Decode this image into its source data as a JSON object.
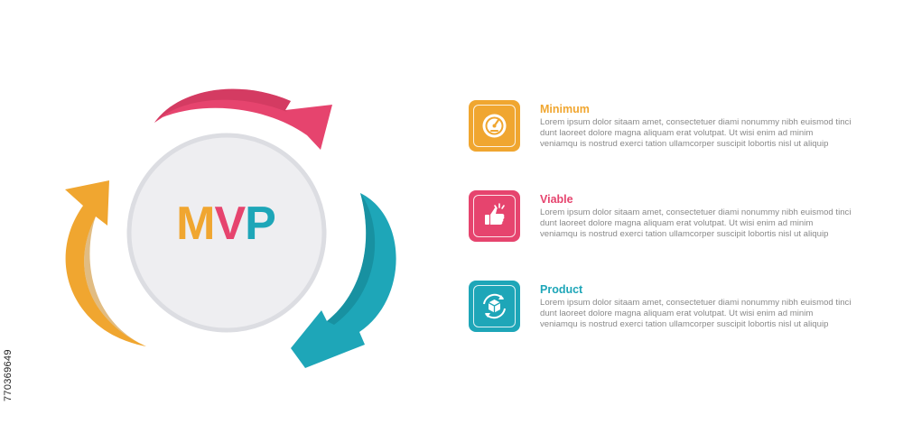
{
  "center": {
    "letters": [
      {
        "char": "M",
        "color": "#f0a630"
      },
      {
        "char": "V",
        "color": "#e6446e"
      },
      {
        "char": "P",
        "color": "#1ea6b8"
      }
    ]
  },
  "colors": {
    "orange": "#f0a630",
    "pink": "#e6446e",
    "teal": "#1ea6b8",
    "circle_fill": "#eeeef1",
    "circle_border": "#dcdde2"
  },
  "items": [
    {
      "title": "Minimum",
      "color": "#f0a630",
      "icon": "speedometer-icon",
      "description": "Lorem ipsum dolor sitaam amet, consectetuer diami nonummy  nibh euismod tinci dunt laoreet dolore magna aliquam erat volutpat. Ut wisi enim ad minim veniamqu is nostrud exerci tation ullamcorper suscipit lobortis nisl ut aliquip"
    },
    {
      "title": "Viable",
      "color": "#e6446e",
      "icon": "thumbs-up-icon",
      "description": "Lorem ipsum dolor sitaam amet, consectetuer diami nonummy  nibh euismod tinci dunt laoreet dolore magna aliquam erat volutpat. Ut wisi enim ad minim veniamqu is nostrud exerci tation ullamcorper suscipit lobortis nisl ut aliquip"
    },
    {
      "title": "Product",
      "color": "#1ea6b8",
      "icon": "box-cycle-icon",
      "description": "Lorem ipsum dolor sitaam amet, consectetuer diami nonummy  nibh euismod tinci dunt laoreet dolore magna aliquam erat volutpat. Ut wisi enim ad minim veniamqu is nostrud exerci tation ullamcorper suscipit lobortis nisl ut aliquip"
    }
  ],
  "stock_id": "770369649"
}
